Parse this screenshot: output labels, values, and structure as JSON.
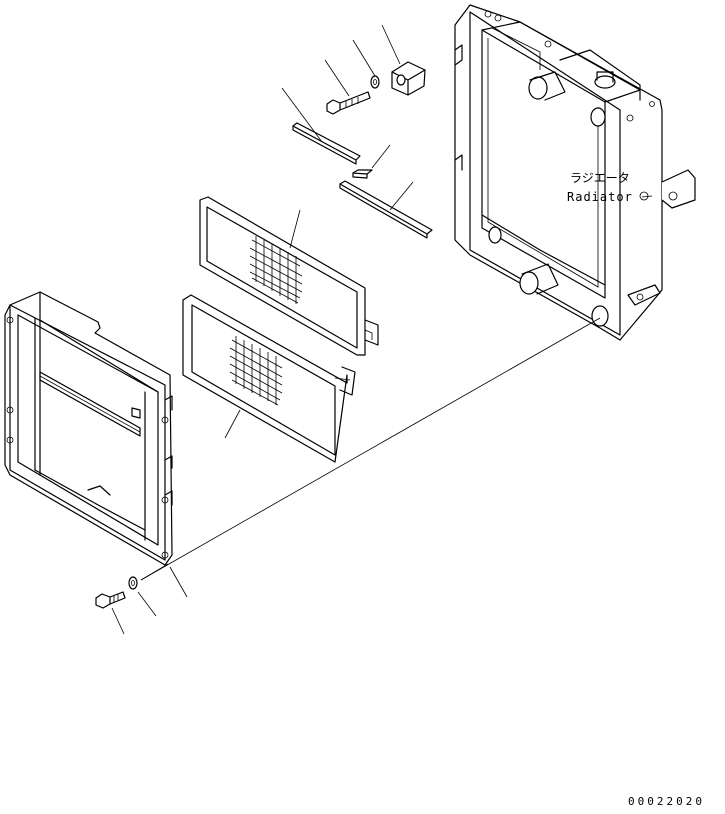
{
  "labels": {
    "radiator_jp": "ラジエータ",
    "radiator_en": "Radiator",
    "drawing_code": "00022020"
  }
}
